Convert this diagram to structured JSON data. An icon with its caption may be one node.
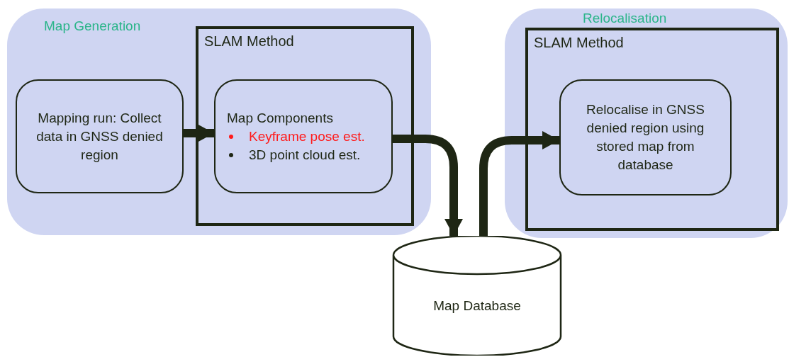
{
  "diagram": {
    "nodes": [
      {
        "text": [
          "Map Generation"
        ]
      },
      {
        "text": [
          "SLAM Method"
        ],
        "in": 0
      },
      {
        "text": [
          "Mapping run: Collect data in GNSS denied region"
        ],
        "in": 0
      },
      {
        "text": [
          "Map Components",
          "Keyframe pose est.",
          "3D point cloud est."
        ],
        "in": 1
      },
      {
        "text": [
          "Relocalisation"
        ]
      },
      {
        "text": [
          "SLAM Method"
        ],
        "in": 4
      },
      {
        "text": [
          "Relocalise in GNSS denied region using stored map from database"
        ],
        "in": 5
      },
      {
        "text": [
          "Map Database"
        ]
      }
    ],
    "edges": [
      {
        "from": 2,
        "to": 3,
        "arrow": "to"
      },
      {
        "from": 3,
        "to": 7,
        "arrow": "to"
      },
      {
        "from": 7,
        "to": 6,
        "arrow": "to"
      }
    ]
  }
}
